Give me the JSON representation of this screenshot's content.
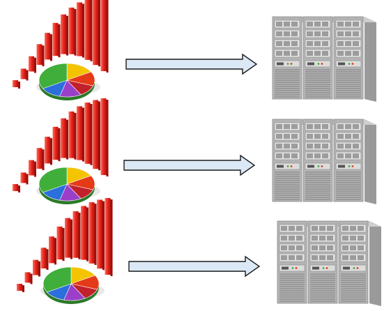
{
  "rows": [
    {
      "source": "chart-icon",
      "connector": "arrow-right",
      "target": "server-rack"
    },
    {
      "source": "chart-icon",
      "connector": "arrow-right",
      "target": "server-rack"
    },
    {
      "source": "chart-icon",
      "connector": "arrow-right",
      "target": "server-rack"
    }
  ],
  "colors": {
    "bars": "#e8231a",
    "bar_highlight": "#ff6a5c",
    "pie": [
      "#f4c400",
      "#e53a17",
      "#c2202a",
      "#9b3fc9",
      "#2a6fdb",
      "#3fae3a"
    ],
    "arrow_fill": "#dbe8f6",
    "arrow_stroke": "#1a1a1a",
    "server_body": "#b4b4b4",
    "server_dark": "#7e7e7e",
    "server_light": "#e2e2e2"
  }
}
